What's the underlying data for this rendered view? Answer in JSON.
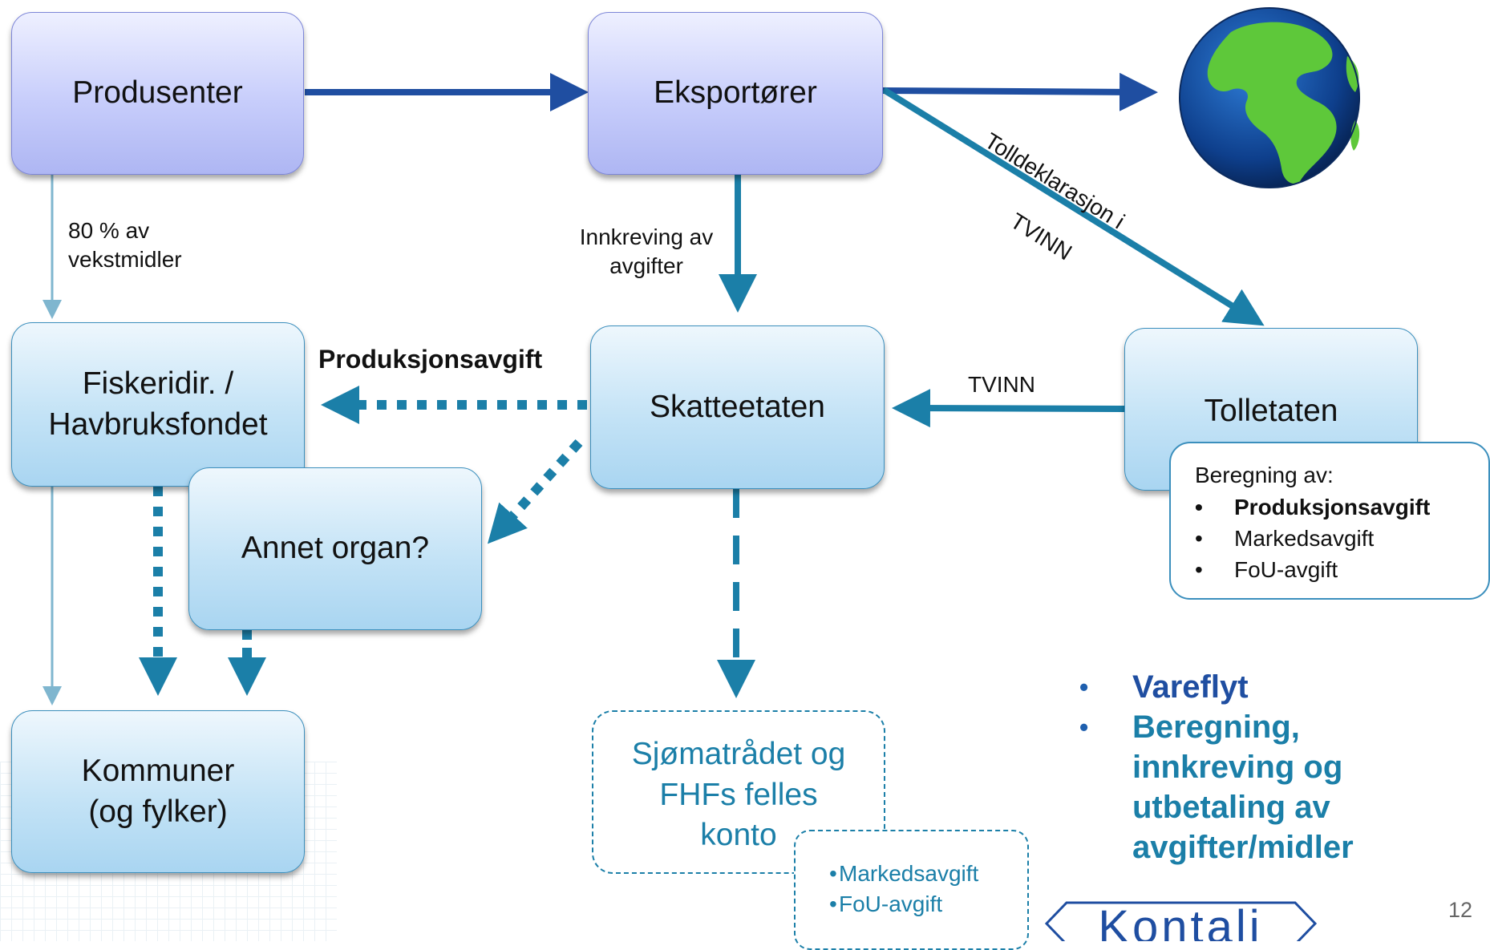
{
  "nodes": {
    "produsenter": "Produsenter",
    "eksportorer": "Eksportører",
    "fiskeridir_line1": "Fiskeridir. /",
    "fiskeridir_line2": "Havbruksfondet",
    "skatteetaten": "Skatteetaten",
    "tolletaten": "Tolletaten",
    "annet_organ": "Annet organ?",
    "kommuner_line1": "Kommuner",
    "kommuner_line2": "(og fylker)",
    "sjomatradet_line1": "Sjømatrådet og",
    "sjomatradet_line2": "FHFs felles",
    "sjomatradet_line3": "konto"
  },
  "edge_labels": {
    "vekstmidler_line1": "80 % av",
    "vekstmidler_line2": "vekstmidler",
    "innkreving_line1": "Innkreving av",
    "innkreving_line2": "avgifter",
    "tolldeklarasjon_line1": "Tolldeklarasjon i",
    "tolldeklarasjon_line2": "TVINN",
    "tvinn": "TVINN",
    "produksjonsavgift": "Produksjonsavgift"
  },
  "beregning": {
    "title": "Beregning av:",
    "items": [
      "Produksjonsavgift",
      "Markedsavgift",
      "FoU-avgift"
    ]
  },
  "account_items": [
    "Markedsavgift",
    "FoU-avgift"
  ],
  "legend": {
    "item1": "Vareflyt",
    "item2_line1": "Beregning,",
    "item2_line2": "innkreving og",
    "item2_line3": "utbetaling av",
    "item2_line4": "avgifter/midler"
  },
  "logo_text": "Kontali",
  "page_number": "12",
  "colors": {
    "flow_dark": "#1f4ea1",
    "flow_teal": "#1b7fa8",
    "flow_light": "#7fb6cf"
  }
}
